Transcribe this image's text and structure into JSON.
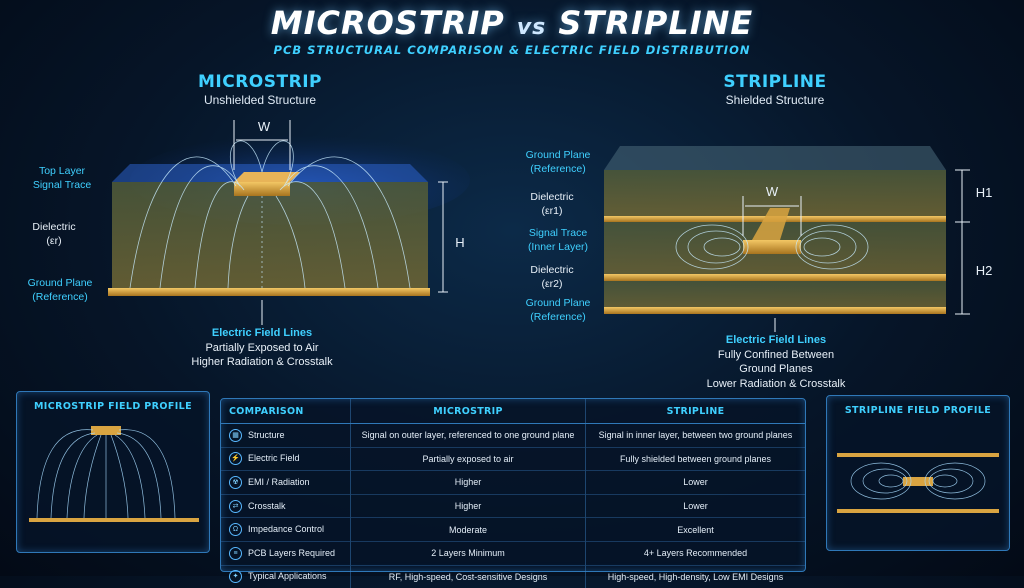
{
  "title": {
    "left": "MICROSTRIP",
    "vs": "vs",
    "right": "STRIPLINE"
  },
  "subtitle": "PCB STRUCTURAL COMPARISON & ELECTRIC FIELD DISTRIBUTION",
  "microstrip": {
    "heading": "MICROSTRIP",
    "subheading": "Unshielded Structure",
    "width_label": "W",
    "height_label": "H",
    "labels": {
      "top_layer": [
        "Top Layer",
        "Signal Trace"
      ],
      "dielectric": [
        "Dielectric",
        "(εr)"
      ],
      "ground": [
        "Ground Plane",
        "(Reference)"
      ]
    },
    "caption": [
      "Electric Field Lines",
      "Partially Exposed to Air",
      "Higher Radiation & Crosstalk"
    ]
  },
  "stripline": {
    "heading": "STRIPLINE",
    "subheading": "Shielded Structure",
    "width_label": "W",
    "h1_label": "H1",
    "h2_label": "H2",
    "labels": {
      "ground_top": [
        "Ground Plane",
        "(Reference)"
      ],
      "dielectric1": [
        "Dielectric",
        "(εr1)"
      ],
      "signal": [
        "Signal Trace",
        "(Inner Layer)"
      ],
      "dielectric2": [
        "Dielectric",
        "(εr2)"
      ],
      "ground_bottom": [
        "Ground Plane",
        "(Reference)"
      ]
    },
    "caption": [
      "Electric Field Lines",
      "Fully Confined Between",
      "Ground Planes",
      "Lower Radiation & Crosstalk"
    ]
  },
  "profiles": {
    "left_title": "MICROSTRIP FIELD PROFILE",
    "right_title": "STRIPLINE FIELD PROFILE"
  },
  "table": {
    "headers": [
      "COMPARISON",
      "MICROSTRIP",
      "STRIPLINE"
    ],
    "rows": [
      {
        "icon": "structure-icon",
        "glyph": "▦",
        "label": "Structure",
        "micro": "Signal on outer layer, referenced to one ground plane",
        "strip": "Signal in inner layer, between two ground planes"
      },
      {
        "icon": "electric-field-icon",
        "glyph": "⚡",
        "label": "Electric Field",
        "micro": "Partially exposed to air",
        "strip": "Fully shielded between ground planes"
      },
      {
        "icon": "radiation-icon",
        "glyph": "☢",
        "label": "EMI / Radiation",
        "micro": "Higher",
        "strip": "Lower"
      },
      {
        "icon": "crosstalk-icon",
        "glyph": "⇄",
        "label": "Crosstalk",
        "micro": "Higher",
        "strip": "Lower"
      },
      {
        "icon": "impedance-icon",
        "glyph": "Ω",
        "label": "Impedance Control",
        "micro": "Moderate",
        "strip": "Excellent"
      },
      {
        "icon": "layers-icon",
        "glyph": "≡",
        "label": "PCB Layers Required",
        "micro": "2 Layers Minimum",
        "strip": "4+ Layers Recommended"
      },
      {
        "icon": "applications-icon",
        "glyph": "✦",
        "label": "Typical Applications",
        "micro": "RF, High-speed, Cost-sensitive Designs",
        "strip": "High-speed, High-density, Low EMI Designs"
      }
    ]
  },
  "colors": {
    "accent": "#3fd0ff",
    "copper": "#d9a441",
    "dielectric": "#6b6a3a",
    "field": "#bfe8ff"
  }
}
